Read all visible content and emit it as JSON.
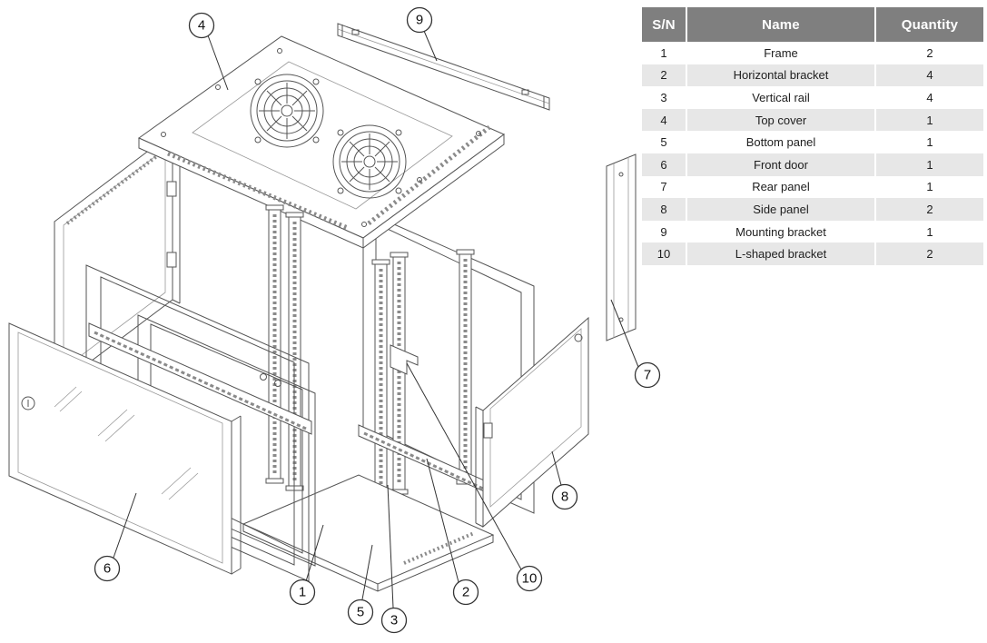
{
  "table": {
    "headers": [
      "S/N",
      "Name",
      "Quantity"
    ],
    "rows": [
      {
        "sn": "1",
        "name": "Frame",
        "qty": "2"
      },
      {
        "sn": "2",
        "name": "Horizontal bracket",
        "qty": "4"
      },
      {
        "sn": "3",
        "name": "Vertical rail",
        "qty": "4"
      },
      {
        "sn": "4",
        "name": "Top cover",
        "qty": "1"
      },
      {
        "sn": "5",
        "name": "Bottom panel",
        "qty": "1"
      },
      {
        "sn": "6",
        "name": "Front door",
        "qty": "1"
      },
      {
        "sn": "7",
        "name": "Rear panel",
        "qty": "1"
      },
      {
        "sn": "8",
        "name": "Side panel",
        "qty": "2"
      },
      {
        "sn": "9",
        "name": "Mounting bracket",
        "qty": "1"
      },
      {
        "sn": "10",
        "name": "L-shaped bracket",
        "qty": "2"
      }
    ]
  },
  "callouts": [
    {
      "label": "1"
    },
    {
      "label": "2"
    },
    {
      "label": "3"
    },
    {
      "label": "4"
    },
    {
      "label": "5"
    },
    {
      "label": "6"
    },
    {
      "label": "7"
    },
    {
      "label": "8"
    },
    {
      "label": "9"
    },
    {
      "label": "10"
    }
  ],
  "colors": {
    "header_bg": "#7f7f7f",
    "header_text": "#ffffff",
    "row_alt": "#e7e7e7",
    "line": "#555555"
  }
}
